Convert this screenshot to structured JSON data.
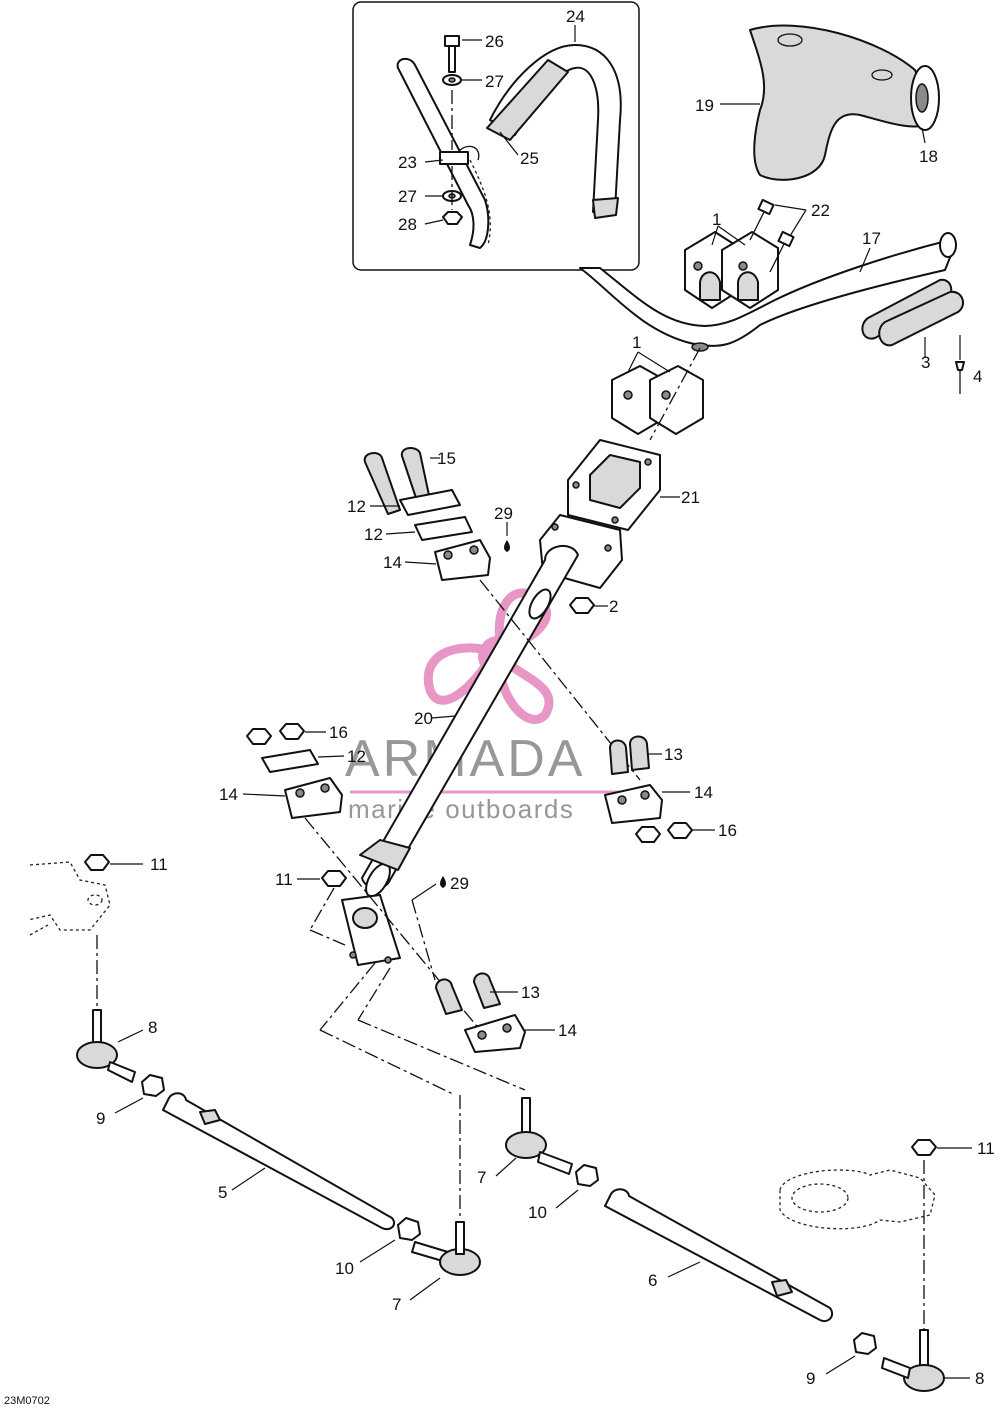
{
  "diagram_code": "23M0702",
  "watermark": {
    "brand": "ARMADA",
    "tagline": "marine outboards",
    "colors": {
      "text": "#8c8c8c",
      "accent": "#e58bbf",
      "accent_light": "#f3b7d7"
    }
  },
  "part_labels": {
    "p1a": "1",
    "p1b": "1",
    "p2": "2",
    "p3": "3",
    "p4": "4",
    "p5": "5",
    "p6": "6",
    "p7a": "7",
    "p7b": "7",
    "p8a": "8",
    "p8b": "8",
    "p9a": "9",
    "p9b": "9",
    "p10a": "10",
    "p10b": "10",
    "p11a": "11",
    "p11b": "11",
    "p11c": "11",
    "p12a": "12",
    "p12b": "12",
    "p12c": "12",
    "p13a": "13",
    "p13b": "13",
    "p14a": "14",
    "p14b": "14",
    "p14c": "14",
    "p14d": "14",
    "p15": "15",
    "p16a": "16",
    "p16b": "16",
    "p17": "17",
    "p18": "18",
    "p19": "19",
    "p20": "20",
    "p21": "21",
    "p22": "22",
    "p23": "23",
    "p24": "24",
    "p25": "25",
    "p26": "26",
    "p27a": "27",
    "p27b": "27",
    "p28": "28",
    "p29a": "29",
    "p29b": "29"
  }
}
